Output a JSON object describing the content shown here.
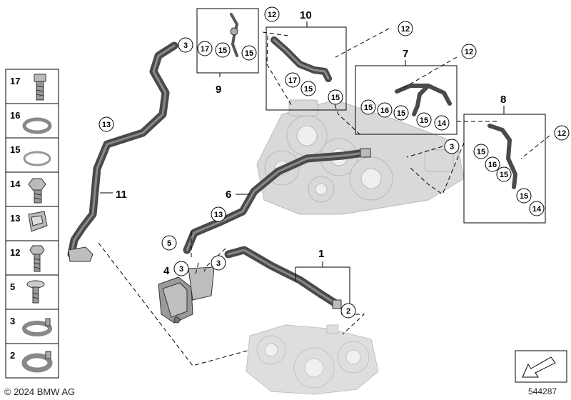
{
  "callouts": {
    "c1": "1",
    "c2": "2",
    "c3": "3",
    "c4": "4",
    "c5": "5",
    "c6": "6",
    "c7": "7",
    "c8": "8",
    "c9": "9",
    "c10": "10",
    "c11": "11",
    "c12": "12",
    "c13": "13",
    "c14": "14",
    "c15": "15",
    "c16": "16",
    "c17": "17"
  },
  "legend": [
    {
      "num": "17",
      "part": "hollow-bolt"
    },
    {
      "num": "16",
      "part": "thick-seal-ring"
    },
    {
      "num": "15",
      "part": "thin-seal-ring"
    },
    {
      "num": "14",
      "part": "hollow-bolt-hex"
    },
    {
      "num": "13",
      "part": "hose-clip"
    },
    {
      "num": "12",
      "part": "hex-bolt"
    },
    {
      "num": "5",
      "part": "flange-screw"
    },
    {
      "num": "3",
      "part": "hose-clamp-small"
    },
    {
      "num": "2",
      "part": "hose-clamp-large"
    }
  ],
  "footer": {
    "copyright": "© 2024 BMW AG",
    "doc_number": "544287"
  },
  "colors": {
    "line": "#000000",
    "hose": "#4a4a4a",
    "ghost_part": "#d8d8d8"
  }
}
